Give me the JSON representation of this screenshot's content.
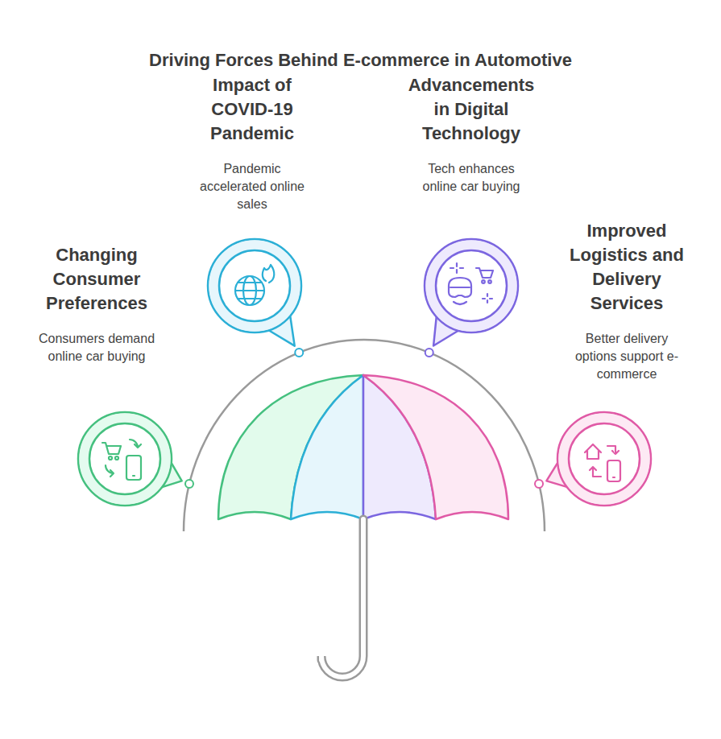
{
  "diagram": {
    "title": "Driving Forces Behind E-commerce in Automotive",
    "nodes": [
      {
        "text": [
          "Changing Consumer Preferences",
          "Consumers demand online car buying"
        ]
      },
      {
        "text": [
          "Impact of COVID-19 Pandemic",
          "Pandemic accelerated online sales"
        ]
      },
      {
        "text": [
          "Advancements in Digital Technology",
          "Tech enhances online car buying"
        ]
      },
      {
        "text": [
          "Improved Logistics and Delivery Services",
          "Better delivery options support e-commerce"
        ]
      }
    ]
  }
}
